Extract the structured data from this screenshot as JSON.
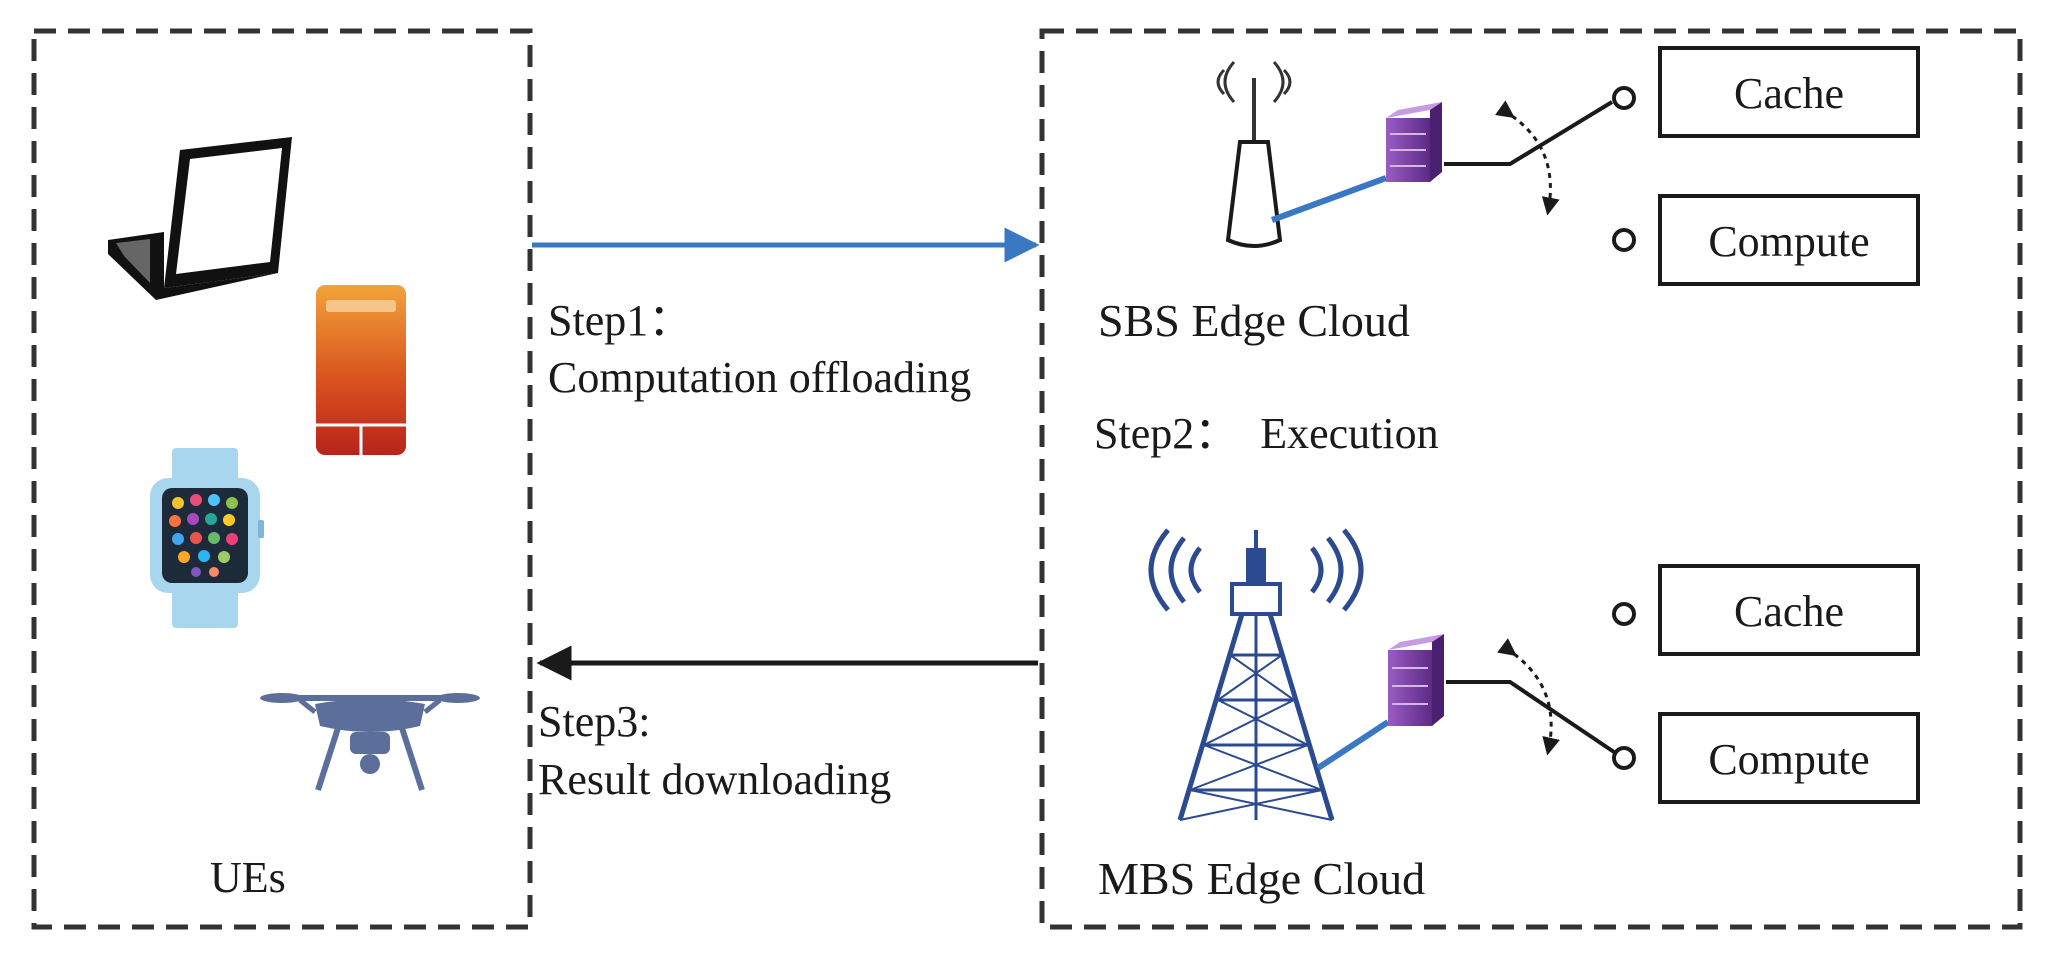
{
  "ue_panel": {
    "label": "UEs",
    "devices": [
      "laptop-icon",
      "smartphone-icon",
      "smartwatch-icon",
      "drone-icon"
    ]
  },
  "step1": {
    "title": "Step1：",
    "desc": "Computation offloading"
  },
  "step2": {
    "text": "Step2：  Execution"
  },
  "step3": {
    "title": "Step3:",
    "desc": "Result downloading"
  },
  "sbs": {
    "label": "SBS Edge Cloud",
    "cache_label": "Cache",
    "compute_label": "Compute"
  },
  "mbs": {
    "label": "MBS Edge Cloud",
    "cache_label": "Cache",
    "compute_label": "Compute"
  },
  "colors": {
    "uplink": "#3b78c4",
    "downlink": "#1a1a1a",
    "server": "#7b3fa0",
    "tower": "#2b4a8f"
  }
}
